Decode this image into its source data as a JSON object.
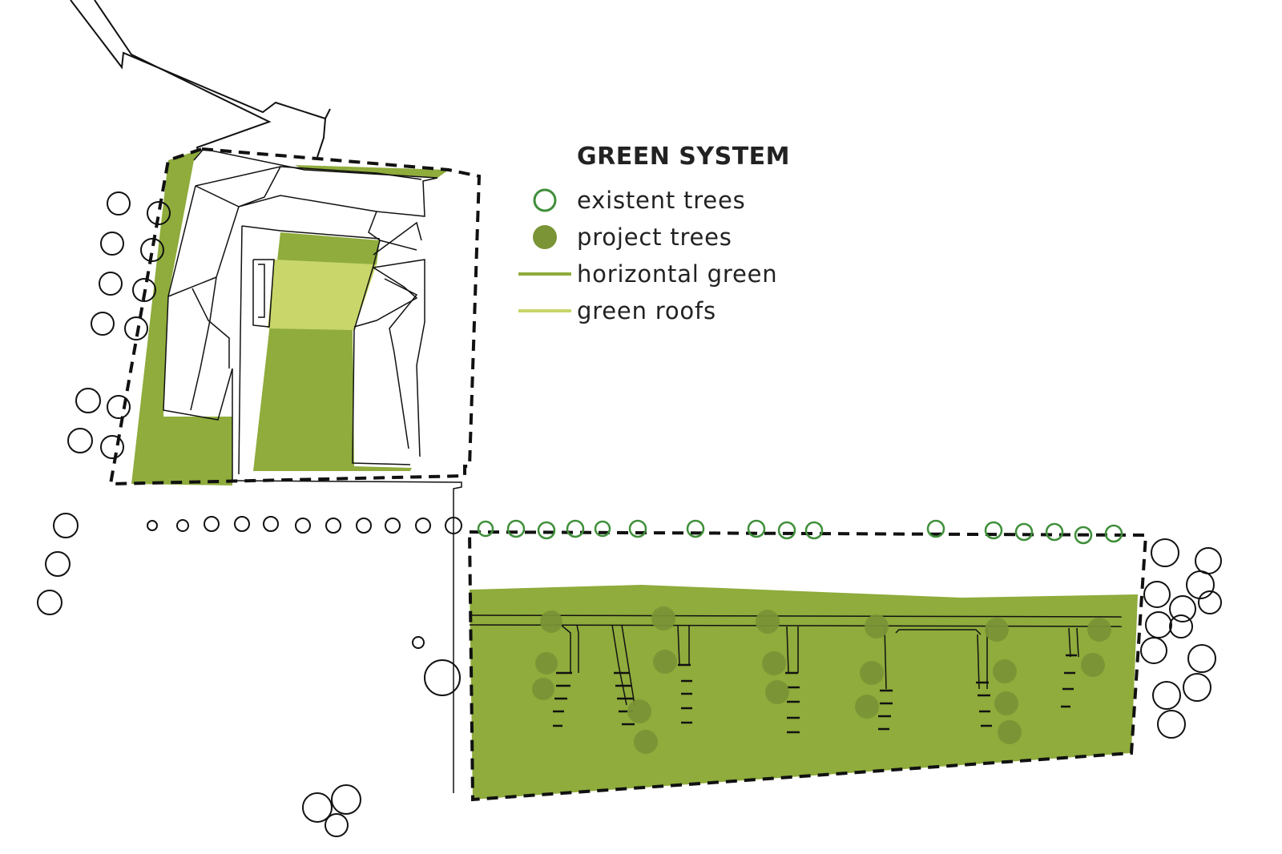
{
  "legend": {
    "title": "GREEN SYSTEM",
    "items": [
      {
        "label": "existent trees",
        "symbol": "outline-circle-icon"
      },
      {
        "label": "project trees",
        "symbol": "filled-circle-icon"
      },
      {
        "label": "horizontal green",
        "symbol": "dark-line-icon"
      },
      {
        "label": "green roofs",
        "symbol": "light-line-icon"
      }
    ]
  },
  "colors": {
    "horizontal_green": "#8fac3c",
    "green_roofs": "#c8d66a",
    "project_trees": "#7a9436",
    "existent_trees": "#3f8f3a",
    "lines": "#111111"
  }
}
